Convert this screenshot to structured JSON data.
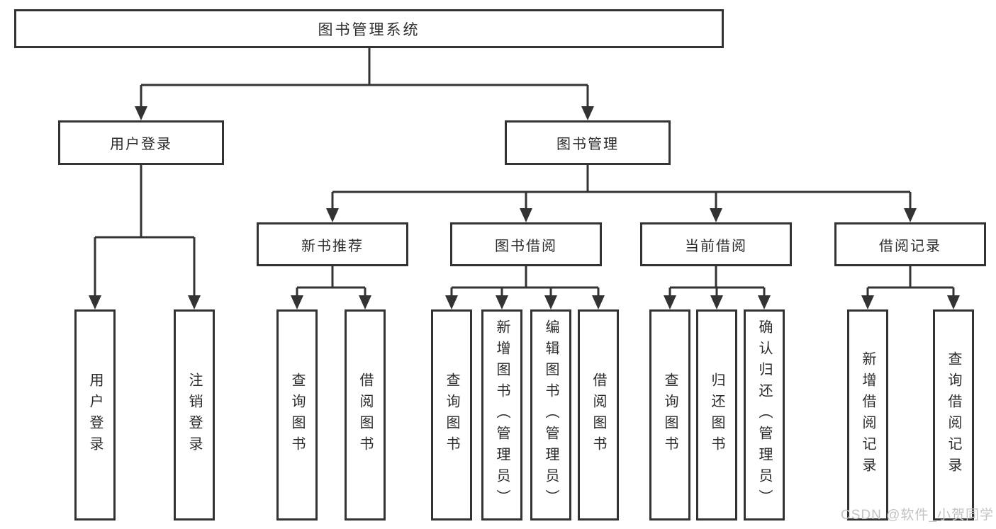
{
  "diagram_type": "function-structure-tree",
  "colors": {
    "background": "#ffffff",
    "line": "#333333",
    "box_border": "#333333",
    "text": "#2b2b2b",
    "watermark": "#c3c3c3"
  },
  "tree": {
    "label": "图书管理系统",
    "children": [
      {
        "label": "用户登录",
        "children": [
          {
            "label": "用户登录"
          },
          {
            "label": "注销登录"
          }
        ]
      },
      {
        "label": "图书管理",
        "children": [
          {
            "label": "新书推荐",
            "children": [
              {
                "label": "查询图书"
              },
              {
                "label": "借阅图书"
              }
            ]
          },
          {
            "label": "图书借阅",
            "children": [
              {
                "label": "查询图书"
              },
              {
                "label": "新增图书（管理员）"
              },
              {
                "label": "编辑图书（管理员）"
              },
              {
                "label": "借阅图书"
              }
            ]
          },
          {
            "label": "当前借阅",
            "children": [
              {
                "label": "查询图书"
              },
              {
                "label": "归还图书"
              },
              {
                "label": "确认归还（管理员）"
              }
            ]
          },
          {
            "label": "借阅记录",
            "children": [
              {
                "label": "新增借阅记录"
              },
              {
                "label": "查询借阅记录"
              }
            ]
          }
        ]
      }
    ]
  },
  "watermark": {
    "text": "CSDN @软件_小贺同学"
  }
}
